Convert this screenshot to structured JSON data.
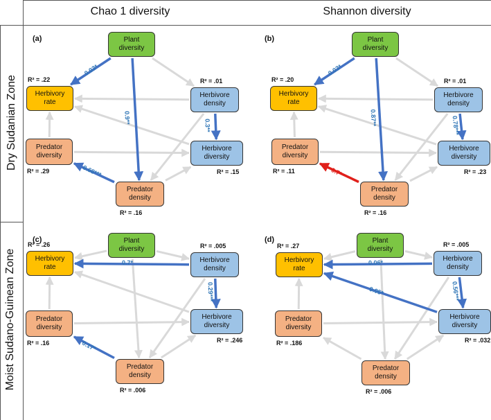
{
  "columns": [
    "Chao 1 diversity",
    "Shannon diversity"
  ],
  "rows": [
    "Dry Sudanian Zone",
    "Moist Sudano-Guinean  Zone"
  ],
  "colors": {
    "plant": "#7cc644",
    "herbrate": "#ffc000",
    "herb": "#9dc3e6",
    "pred": "#f4b183",
    "pos": "#4472c4",
    "neg": "#e0201b",
    "ns": "#d9d9d9"
  },
  "panels": [
    {
      "label": "(a)",
      "nodes": {
        "plant": "Plant\ndiversity",
        "rate": "Herbivory\nrate",
        "hd": "Herbivore\ndensity",
        "hdiv": "Herbivore\ndiversity",
        "pdiv": "Predator\ndiversity",
        "pden": "Predator\ndensity"
      },
      "r2": {
        "rate": "R² = .22",
        "hd": "R² = .01",
        "hdiv": "R² = .15",
        "pdiv": "R² = .29",
        "pden": "R² = .16"
      },
      "paths": [
        {
          "from": "plant",
          "to": "rate",
          "coef": "0.03*",
          "sig": "pos"
        },
        {
          "from": "plant",
          "to": "pden",
          "coef": "0.9**",
          "sig": "pos"
        },
        {
          "from": "hd",
          "to": "hdiv",
          "coef": "0.3**",
          "sig": "pos"
        },
        {
          "from": "pden",
          "to": "pdiv",
          "coef": "0.68***",
          "sig": "pos"
        }
      ]
    },
    {
      "label": "(b)",
      "nodes": {
        "plant": "Plant\ndiversity",
        "rate": "Herbivory\nrate",
        "hd": "Herbivore\ndensity",
        "hdiv": "Herbivore\ndiversity",
        "pdiv": "Predator\ndiversity",
        "pden": "Predator\ndensity"
      },
      "r2": {
        "rate": "R² = .20",
        "hd": "R² = .01",
        "hdiv": "R² = .23",
        "pdiv": "R² = .11",
        "pden": "R² = .16"
      },
      "paths": [
        {
          "from": "plant",
          "to": "rate",
          "coef": "0.03*",
          "sig": "pos"
        },
        {
          "from": "plant",
          "to": "pden",
          "coef": "0.87**",
          "sig": "pos"
        },
        {
          "from": "hd",
          "to": "hdiv",
          "coef": "0.78***",
          "sig": "pos"
        },
        {
          "from": "pden",
          "to": "pdiv",
          "coef": "−0.7*",
          "sig": "neg"
        }
      ]
    },
    {
      "label": "(c)",
      "nodes": {
        "plant": "Plant\ndiversity",
        "rate": "Herbivory\nrate",
        "hd": "Herbivore\ndensity",
        "hdiv": "Herbivore\ndiversity",
        "pdiv": "Predator\ndiversity",
        "pden": "Predator\ndensity"
      },
      "r2": {
        "rate": "R² = .26",
        "hd": "R² = .005",
        "hdiv": "R² = .246",
        "pdiv": "R² = .16",
        "pden": "R² = .006"
      },
      "paths": [
        {
          "from": "hd",
          "to": "rate",
          "coef": "0.7*",
          "sig": "pos"
        },
        {
          "from": "hd",
          "to": "hdiv",
          "coef": "0.29***",
          "sig": "pos"
        },
        {
          "from": "pden",
          "to": "pdiv",
          "coef": "0.17*",
          "sig": "pos"
        }
      ]
    },
    {
      "label": "(d)",
      "nodes": {
        "plant": "Plant\ndiversity",
        "rate": "Herbivory\nrate",
        "hd": "Herbivore\ndensity",
        "hdiv": "Herbivore\ndiversity",
        "pdiv": "Predator\ndiversity",
        "pden": "Predator\ndensity"
      },
      "r2": {
        "rate": "R² = .27",
        "hd": "R² = .005",
        "hdiv": "R² = .032",
        "pdiv": "R² = .186",
        "pden": "R² = .006"
      },
      "paths": [
        {
          "from": "hd",
          "to": "rate",
          "coef": "0.06*",
          "sig": "pos"
        },
        {
          "from": "hdiv",
          "to": "rate",
          "coef": "0.05*",
          "sig": "pos"
        },
        {
          "from": "hd",
          "to": "hdiv",
          "coef": "0.56***",
          "sig": "pos"
        }
      ]
    }
  ]
}
